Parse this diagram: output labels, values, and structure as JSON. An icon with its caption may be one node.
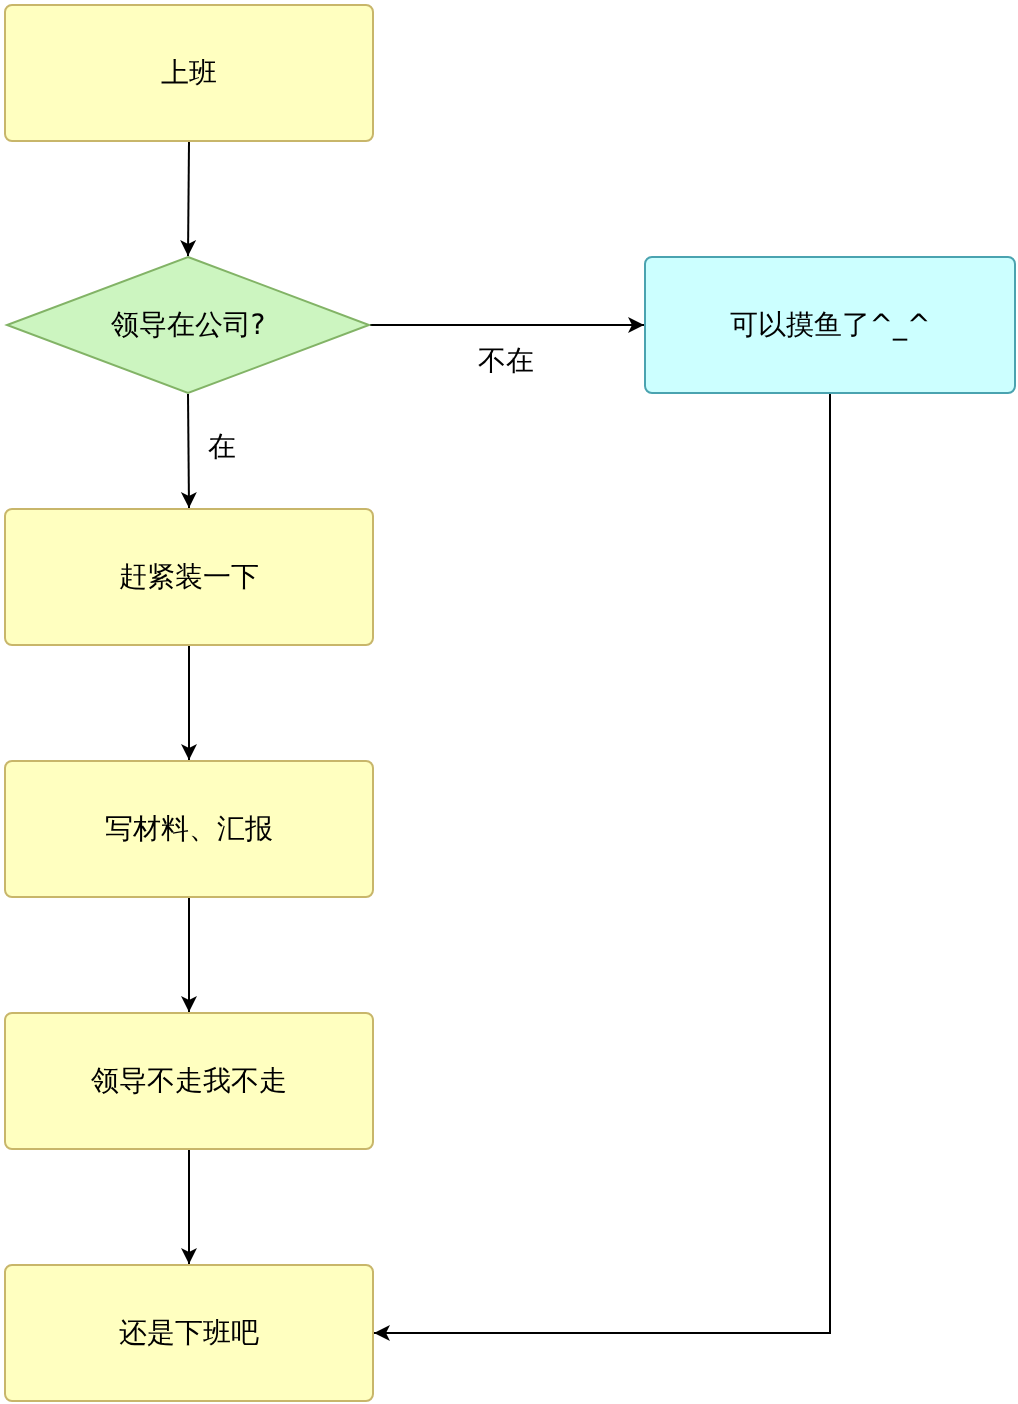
{
  "diagram": {
    "nodes": [
      {
        "text": [
          "上班"
        ]
      },
      {
        "text": [
          "领导在公司?"
        ]
      },
      {
        "text": [
          "赶紧装一下"
        ]
      },
      {
        "text": [
          "可以摸鱼了^_^"
        ]
      },
      {
        "text": [
          "写材料、汇报"
        ]
      },
      {
        "text": [
          "领导不走我不走"
        ]
      },
      {
        "text": [
          "还是下班吧"
        ]
      }
    ],
    "edges": [
      {
        "from": 0,
        "to": 1,
        "arrow": "to"
      },
      {
        "from": 1,
        "to": 2,
        "arrow": "to",
        "label": "在"
      },
      {
        "from": 1,
        "to": 3,
        "arrow": "to",
        "label": "不在"
      },
      {
        "from": 2,
        "to": 4,
        "arrow": "to"
      },
      {
        "from": 4,
        "to": 5,
        "arrow": "to"
      },
      {
        "from": 5,
        "to": 6,
        "arrow": "to"
      },
      {
        "from": 3,
        "to": 6,
        "arrow": "to"
      }
    ]
  }
}
